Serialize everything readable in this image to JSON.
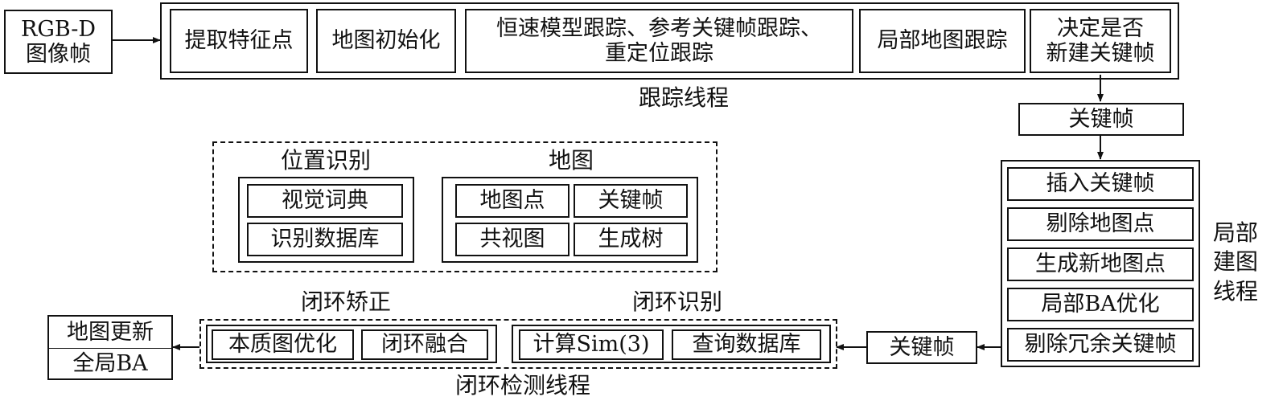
{
  "input": {
    "label": "RGB-D\n图像帧"
  },
  "tracking": {
    "title": "跟踪线程",
    "steps": [
      "提取特征点",
      "地图初始化",
      "恒速模型跟踪、参考关键帧跟踪、\n重定位跟踪",
      "局部地图跟踪",
      "决定是否\n新建关键帧"
    ]
  },
  "keyframe_top": {
    "label": "关键帧"
  },
  "local_mapping": {
    "title": "局部\n建图\n线程",
    "steps": [
      "插入关键帧",
      "剔除地图点",
      "生成新地图点",
      "局部BA优化",
      "剔除冗余关键帧"
    ]
  },
  "keyframe_bottom": {
    "label": "关键帧"
  },
  "database": {
    "place_recognition": {
      "title": "位置识别",
      "items": [
        "视觉词典",
        "识别数据库"
      ]
    },
    "map": {
      "title": "地图",
      "items": [
        "地图点",
        "关键帧",
        "共视图",
        "生成树"
      ]
    }
  },
  "loop_closing": {
    "title": "闭环检测线程",
    "correction": {
      "title": "闭环矫正",
      "steps": [
        "本质图优化",
        "闭环融合"
      ]
    },
    "detection": {
      "title": "闭环识别",
      "steps": [
        "计算Sim(3)",
        "查询数据库"
      ]
    }
  },
  "output": {
    "top": "地图更新",
    "bottom": "全局BA"
  }
}
